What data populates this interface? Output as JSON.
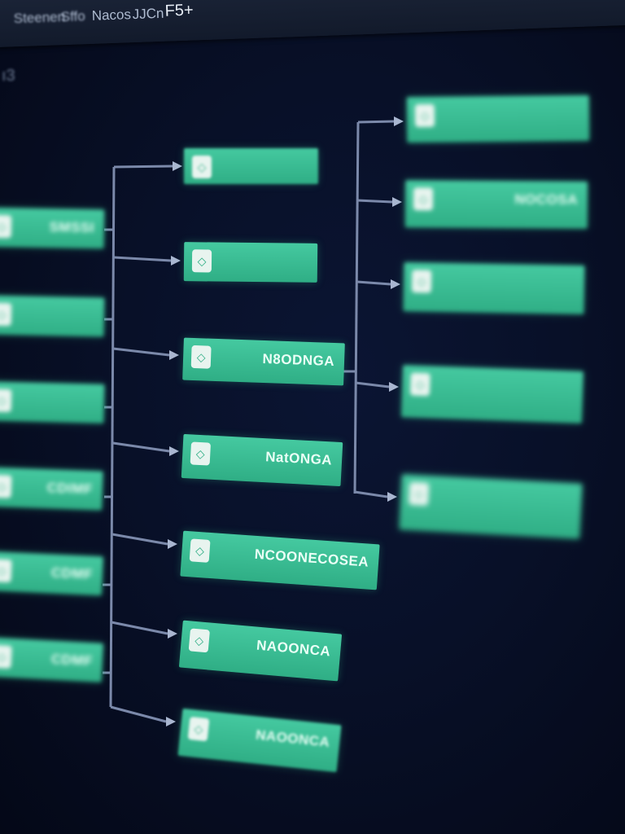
{
  "menubar": {
    "items": [
      "Steenen",
      "Sffo",
      "Nacos",
      "JJCn",
      "F5+"
    ]
  },
  "toolbar": {
    "label": "ı3"
  },
  "diagram": {
    "left_nodes": [
      {
        "label": "SMSSI"
      },
      {
        "label": ""
      },
      {
        "label": ""
      },
      {
        "label": "CDIMF"
      },
      {
        "label": "CDMF"
      },
      {
        "label": "CDMF"
      }
    ],
    "middle_nodes": [
      {
        "label": ""
      },
      {
        "label": ""
      },
      {
        "label": "N8ODNGA"
      },
      {
        "label": "NatONGA"
      },
      {
        "label": "NCOONECOSEA"
      },
      {
        "label": "NAOONCA"
      },
      {
        "label": "NAOONCA"
      }
    ],
    "right_nodes": [
      {
        "label": ""
      },
      {
        "label": "NOCOSA"
      },
      {
        "label": ""
      },
      {
        "label": ""
      },
      {
        "label": ""
      }
    ],
    "colors": {
      "node": "#3dbf96",
      "background": "#081028",
      "connector": "#7b89aa"
    }
  }
}
